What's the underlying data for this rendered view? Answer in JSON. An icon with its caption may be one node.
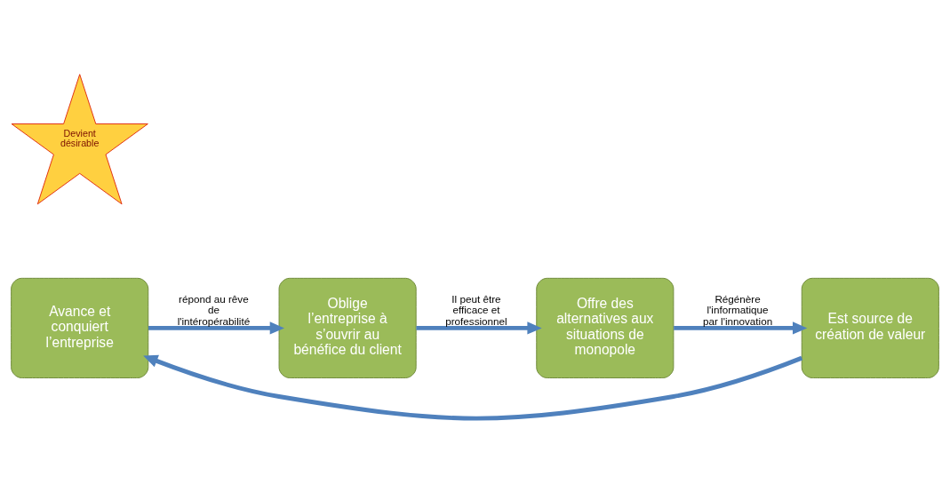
{
  "diagram": {
    "nodes": [
      {
        "text": [
          "Devient désirable"
        ]
      },
      {
        "text": [
          "Avance et conquiert l’entreprise"
        ]
      },
      {
        "text": [
          "Oblige l’entreprise à s’ouvrir au bénéfice du client"
        ]
      },
      {
        "text": [
          "Offre des alternatives aux situations de monopole"
        ]
      },
      {
        "text": [
          "Est source de création de valeur"
        ]
      }
    ],
    "edges": [
      {
        "from": 1,
        "to": 2,
        "arrow": "to",
        "label": "répond au rêve de l'intéropérabilité"
      },
      {
        "from": 2,
        "to": 3,
        "arrow": "to",
        "label": "Il peut être efficace et professionnel"
      },
      {
        "from": 3,
        "to": 4,
        "arrow": "to",
        "label": "Régénère l'informatique par l'innovation"
      },
      {
        "from": 4,
        "to": 1,
        "arrow": "to"
      }
    ]
  }
}
